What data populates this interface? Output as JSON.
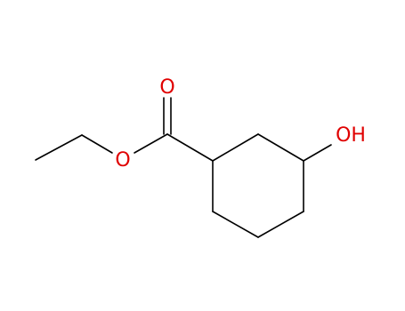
{
  "molecule": {
    "atoms": {
      "carbonyl_oxygen": "O",
      "ester_oxygen": "O",
      "hydroxyl": "OH"
    }
  },
  "colors": {
    "bond": "#000000",
    "heteroatom": "#e00000"
  }
}
